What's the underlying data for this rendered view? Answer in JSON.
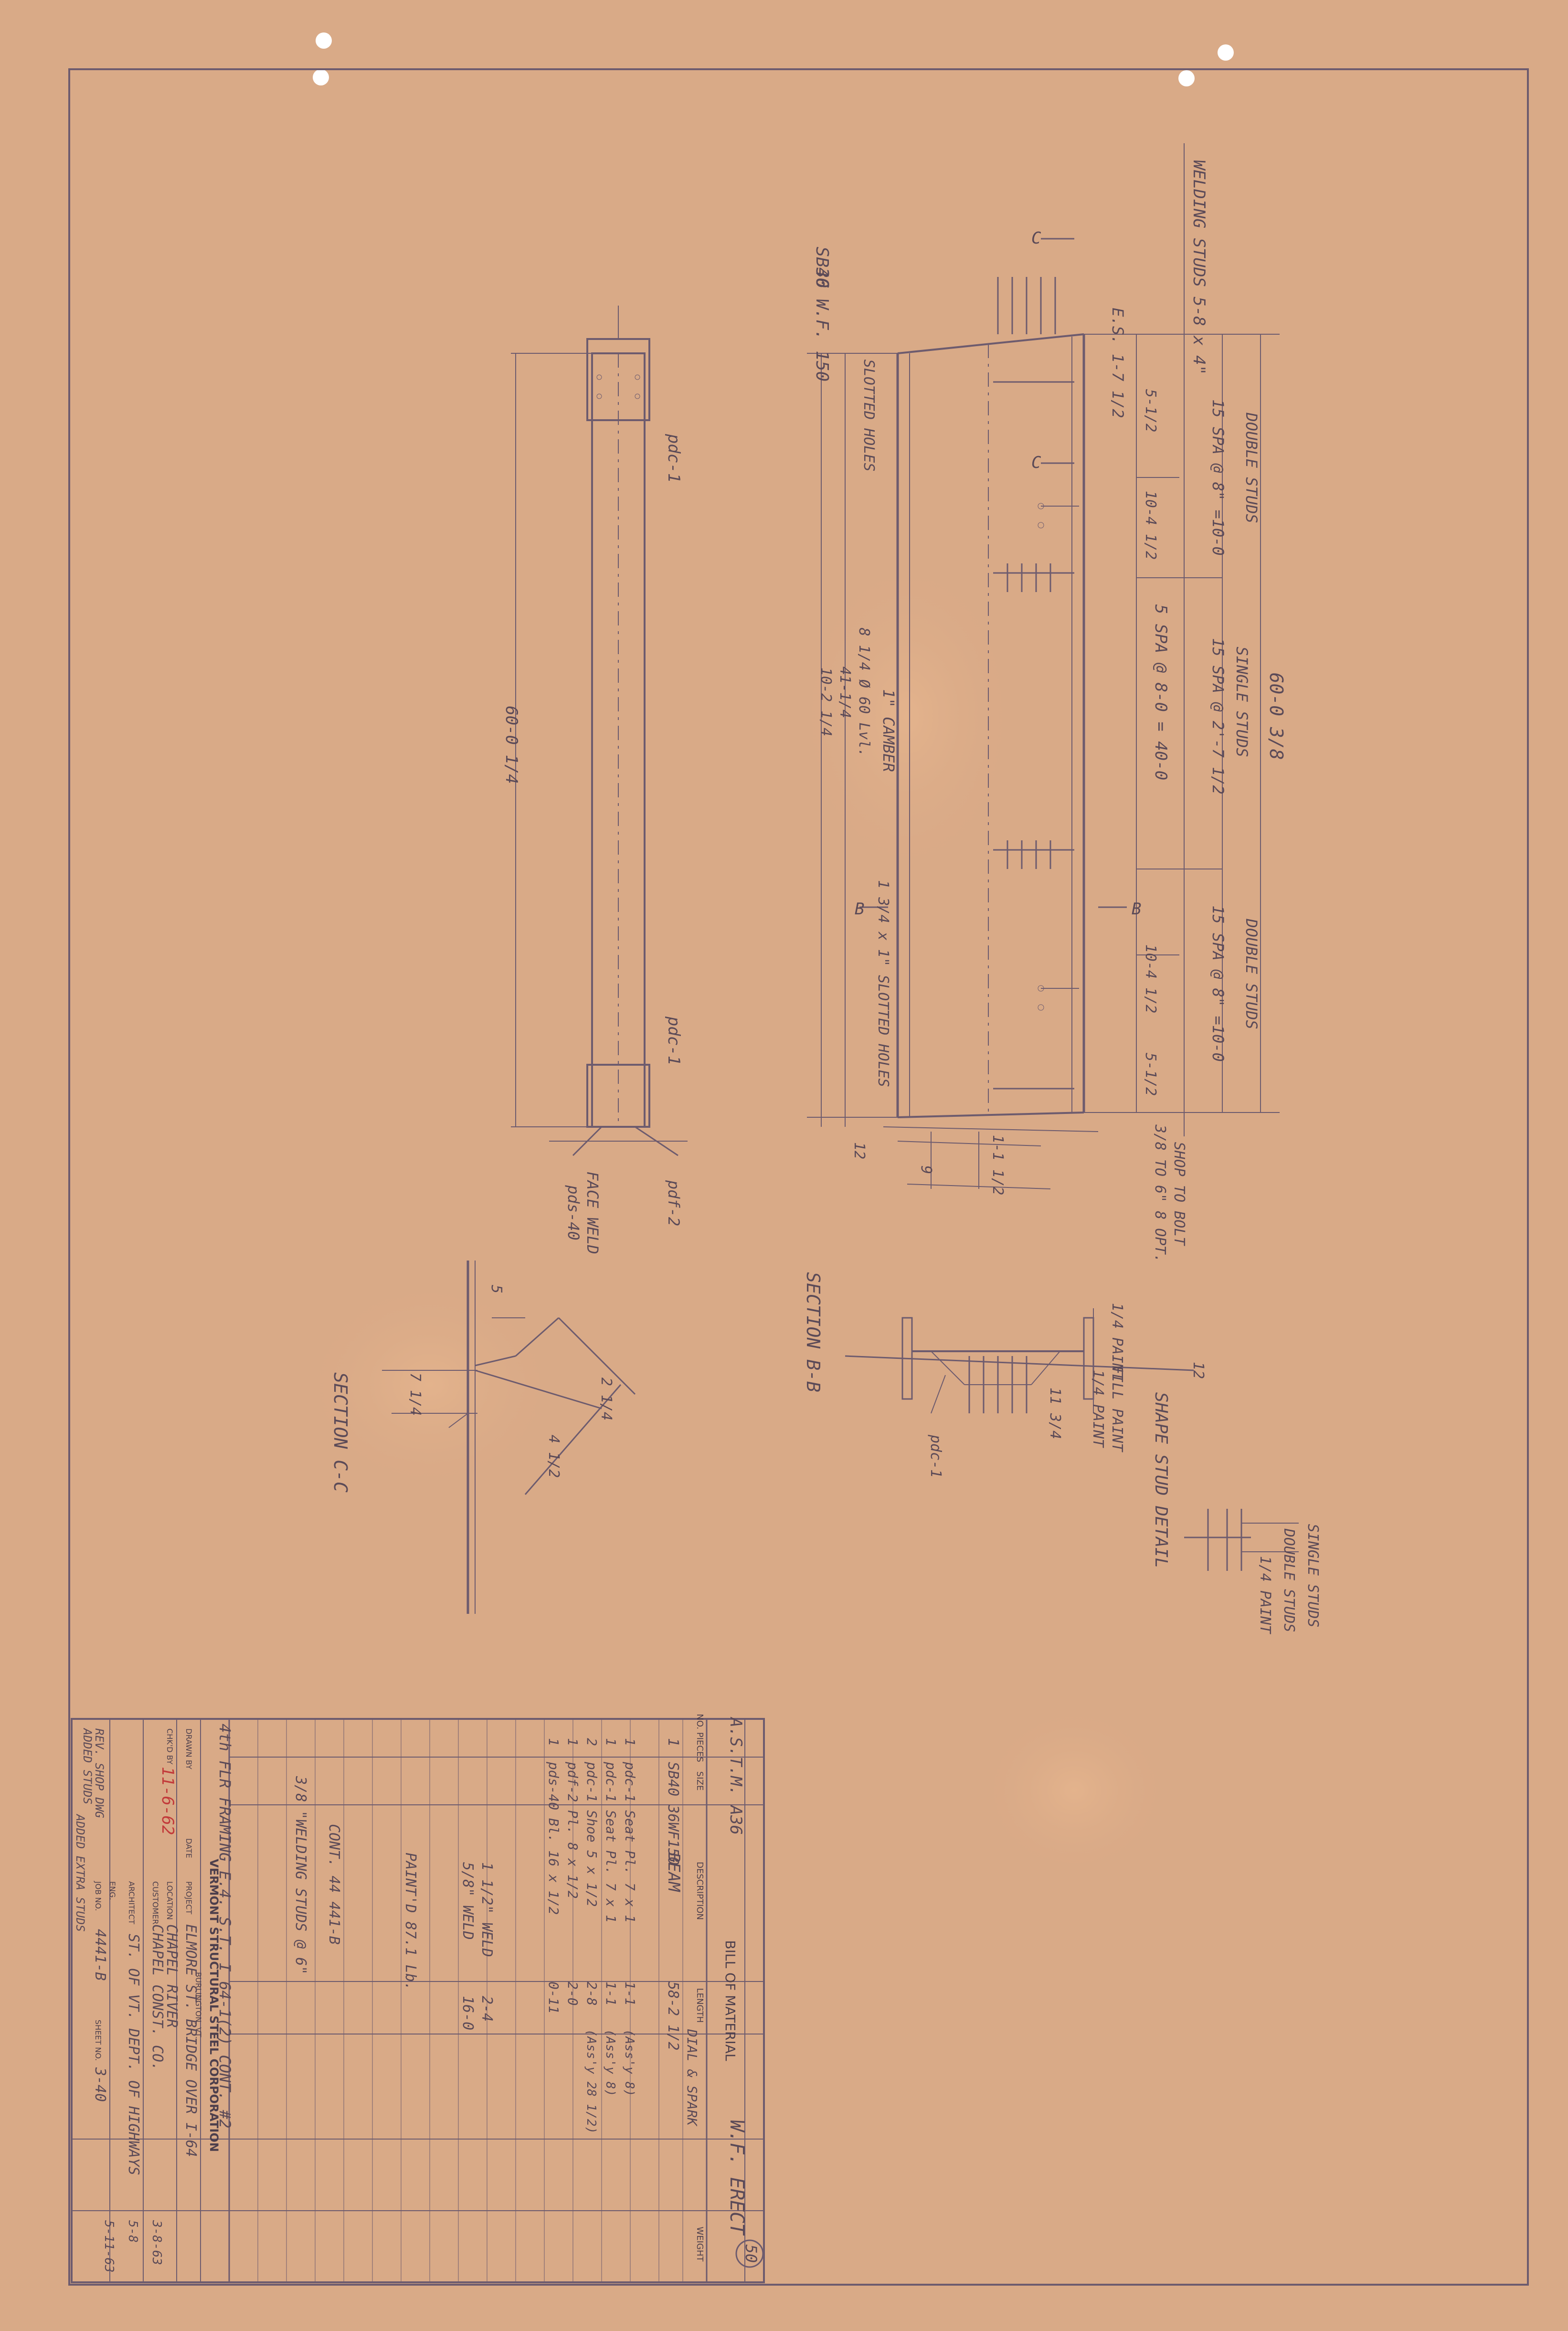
{
  "title_block": {
    "company": "VERMONT STRUCTURAL STEEL CORPORATION",
    "company_location": "BURLINGTON, VT.",
    "job_title": "4th FLR FRAMING E.4. S.T. I 64-1(2) CONT. #2",
    "labels": {
      "drawn_by": "DRAWN BY",
      "date": "DATE",
      "project": "PROJECT",
      "checked_by": "CHK'D BY",
      "location": "LOCATION",
      "customer": "CUSTOMER",
      "architect": "ARCHITECT",
      "eng": "ENG.",
      "job_no": "JOB NO.",
      "sheet_no": "SHEET NO."
    },
    "project_name": "ELMORE ST. BRIDGE OVER I-64",
    "location_value": "CHAPEL RIVER",
    "customer_value": "CHAPEL CONST. CO.",
    "architect_value": "ST. OF VT. DEPT. OF HIGHWAYS",
    "job_no_value": "4441-B",
    "sheet_no_value": "3-40",
    "revision_dates": [
      "3-8-63",
      "5-8",
      "5-11-63"
    ],
    "revision_notes": [
      "REV. SHOP DWG",
      "ADDED STUDS",
      "ADDED EXTRA STUDS"
    ],
    "red_stamp": "11-6-62"
  },
  "bill_of_material": {
    "heading": "BILL OF MATERIAL",
    "erection": "W.F. ERECT",
    "spec": "A.S.T.M. A36",
    "sheet_mark": "50",
    "columns": [
      "NO. PIECES",
      "SIZE",
      "DESCRIPTION",
      "LENGTH",
      "WEIGHT"
    ],
    "rows": [
      {
        "qty": "1",
        "size": "SB40 36WF150",
        "desc": "BEAM",
        "length": "58-2 1/2",
        "note": "DIAL & SPARK"
      },
      {
        "qty": "1",
        "size": "pdc-1 Seat Pl. 7 x 1",
        "desc": "",
        "length": "1-1",
        "note": "(Ass'y 8)"
      },
      {
        "qty": "1",
        "size": "pdc-1 Seat Pl. 7 x 1",
        "desc": "",
        "length": "1-1",
        "note": "(Ass'y 8)"
      },
      {
        "qty": "2",
        "size": "pdc-1 Shoe 5 x 1/2",
        "desc": "",
        "length": "2-8",
        "note": "(Ass'y 28 1/2)"
      },
      {
        "qty": "1",
        "size": "pdf-2 Pl. 8 x 1/2",
        "desc": "",
        "length": "2-0",
        "note": ""
      },
      {
        "qty": "1",
        "size": "pds-40 Bl. 16 x 1/2",
        "desc": "",
        "length": "0-11",
        "note": ""
      }
    ],
    "notes": [
      {
        "text": "1 1/2\" WELD",
        "length": "2-4"
      },
      {
        "text": "5/8\" WELD",
        "length": "16-0"
      },
      {
        "text": "PAINT'D 87.1 Lb.",
        "length": ""
      },
      {
        "text": "CONT. 44 441-B",
        "length": ""
      },
      {
        "text": "3/8 \"WELDING STUDS @ 6\"",
        "length": ""
      }
    ]
  },
  "elevation": {
    "overall_top": "60-0 3/8",
    "welding_studs": "WELDING STUDS 5-8 x 4\"",
    "spacing_left": "15 SPA @ 8\" =10-0",
    "spacing_right": "15 SPA @ 8\" =10-0",
    "single_studs": "SINGLE STUDS",
    "double_studs_left": "DOUBLE STUDS",
    "double_studs_right": "DOUBLE STUDS",
    "mid_spacing": "15 SPA @ 2'-7 1/2",
    "span": "5 SPA @ 8-0 = 40-0",
    "dims_right": [
      "5-1/2",
      "10-4 1/2",
      "10-4 1/2",
      "5-1/2"
    ],
    "member_label": "36 W.F. 150",
    "mark": "SB40",
    "ends": "E.S. 1-7 1/2",
    "camber": "1\" CAMBER",
    "slot_note": "1 3/4 x 1\" SLOTTED HOLES",
    "left_slot_note": "SLOTTED HOLES",
    "left_bot": [
      "41-1/4",
      "8 1/4 Ø 60 Lvl.",
      "10-2 1/4"
    ],
    "bottom_dims": [
      "12",
      "9",
      "1-1 1/2"
    ],
    "section_marks": [
      "B",
      "B",
      "C",
      "C"
    ],
    "shop_note": "3/8 TO 6\" 8 OPT.",
    "shop_ref": "SHOP TO BOLT"
  },
  "left_view": {
    "overall": "60-0 1/4",
    "mark": "pdc-1",
    "end_mark": "pdc-1",
    "weld_1": "pds-40",
    "weld_2": "FACE WELD",
    "plate": "pdf-2"
  },
  "sections": {
    "section_cc": "SECTION C-C",
    "section_bb": "SECTION B-B",
    "shape_stud_detail": "SHAPE STUD DETAIL",
    "pdc": "pdc-1",
    "stud_notes": [
      "1/4 PAINT",
      "FILL PAINT",
      "SINGLE STUDS",
      "DOUBLE STUDS",
      "1/4 PAINT"
    ],
    "cc_dims": [
      "7 1/4",
      "5",
      "4 1/2",
      "2 1/4"
    ],
    "bb_dims": [
      "12",
      "11 3/4",
      "1/4 PAINT"
    ]
  }
}
